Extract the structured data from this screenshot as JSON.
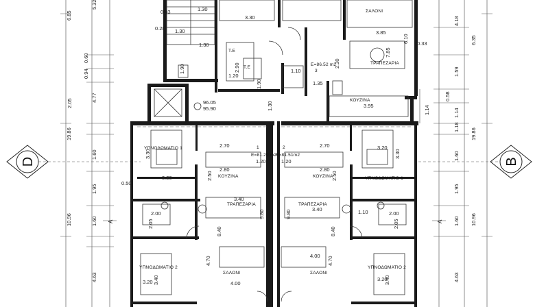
{
  "section_markers": {
    "left": "D",
    "right": "B"
  },
  "axis_markers": {
    "left": "A",
    "right": "A"
  },
  "left_dims_outer": {
    "top": "6.85",
    "mid": "19.86",
    "bottom": "10.96"
  },
  "left_dims_inner": [
    "5.32",
    "0.60",
    "0.94",
    "4.77",
    "2.05",
    "1.60",
    "1.95",
    "1.60",
    "4.63"
  ],
  "left_dim_050": "0.50",
  "right_dims_outer": {
    "top": "6.35",
    "mid": "19.86",
    "bottom": "10.96"
  },
  "right_dims_inner": [
    "4.18",
    "1.59",
    "1.14",
    "1.18",
    "1.60",
    "1.95",
    "1.60",
    "4.63",
    "1.14",
    "0.58"
  ],
  "top_block": {
    "stair_dims": [
      "1.30",
      "0.33",
      "0.28",
      "1.30",
      "1.30"
    ],
    "wc_dims": [
      "3.30",
      "2.90",
      "1.20",
      "1.90",
      "1.10",
      "1.35",
      "2.30"
    ],
    "te_labels": [
      "T.E",
      "T.E"
    ],
    "area_label": "E=86.52 m2",
    "area_number": "3",
    "saloni": "ΣΑΛΟΝΙ",
    "saloni_dim": "3.85",
    "trapezaria": "ΤΡΑΠΕΖΑΡΙΑ",
    "trapezaria_dims": [
      "6.10",
      "7.85",
      "0.33"
    ],
    "kouzina": "ΚΟΥΖΙΝΑ",
    "kouzina_dim": "3.95",
    "dim_190": "1.90",
    "levels": [
      "96.05",
      "95.90"
    ],
    "center_dim": "1.30"
  },
  "left_apartment": {
    "bedroom1": "ΥΠΝΟΔΩΜΑΤΙΟ 1",
    "bedroom2": "ΥΠΝΟΔΩΜΑΤΙΟ 2",
    "kouzina": "ΚΟΥΖΙΝΑ",
    "trapezaria": "ΤΡΑΠΕΖΑΡΙΑ",
    "saloni": "ΣΑΛΟΝΙ",
    "area_label": "E=81.29 m2",
    "area_number": "1",
    "dims": {
      "d270": "2.70",
      "d330": "3.30",
      "d320": "3.20",
      "d280": "2.80",
      "d250": "2.50",
      "d120": "1.20",
      "d340": "3.40",
      "d200": "2.00",
      "d205": "2.05",
      "d840": "8.40",
      "d980": "9.80",
      "d470": "4.70",
      "d400": "4.00",
      "d340b": "3.40",
      "d320b": "3.20"
    }
  },
  "right_apartment": {
    "bedroom1": "ΥΠΝΟΔΩΜΑΤΙΟ 1",
    "bedroom2": "ΥΠΝΟΔΩΜΑΤΙΟ 2",
    "kouzina": "ΚΟΥΖΙΝΑ",
    "trapezaria": "ΤΡΑΠΕΖΑΡΙΑ",
    "saloni": "ΣΑΛΟΝΙ",
    "area_label": "E=81.51m2",
    "area_number": "2",
    "dims": {
      "d270": "2.70",
      "d320": "3.20",
      "d330": "3.30",
      "d280": "2.80",
      "d250": "2.50",
      "d120": "1.20",
      "d340": "3.40",
      "d200": "2.00",
      "d110": "1.10",
      "d205": "2.05",
      "d840": "8.40",
      "d980": "9.80",
      "d470": "4.70",
      "d400": "4.00",
      "d340b": "3.40",
      "d320b": "3.20"
    }
  }
}
